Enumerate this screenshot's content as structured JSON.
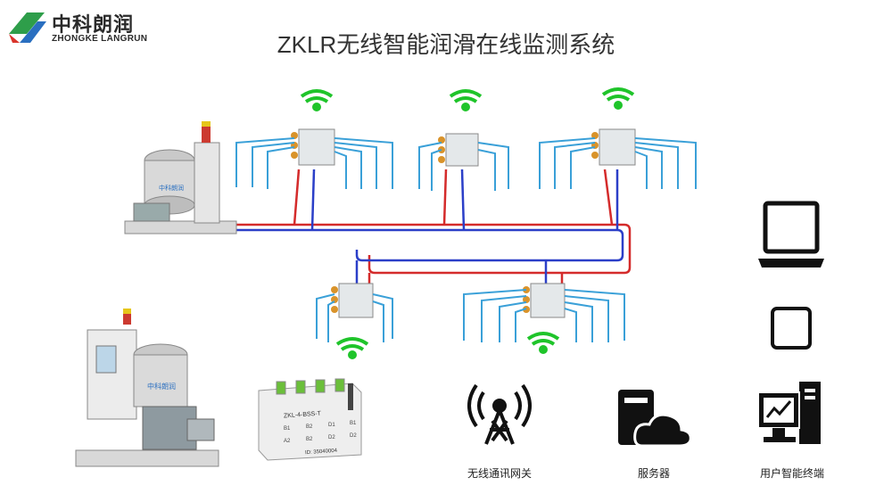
{
  "logo": {
    "name_cn": "中科朗润",
    "name_en": "ZHONGKE LANGRUN"
  },
  "title": "ZKLR无线智能润滑在线监测系统",
  "device_panel": {
    "model": "ZKL-4-BSS-T",
    "id": "ID: 35040004",
    "ports": [
      "B1",
      "B2",
      "D1",
      "B1",
      "A2",
      "B2",
      "D2",
      "D2"
    ]
  },
  "legend": {
    "gateway": "无线通讯网关",
    "server": "服务器",
    "terminal": "用户智能终端"
  },
  "colors": {
    "supply_line": "#d42b2b",
    "return_line": "#2b3fc8",
    "wifi": "#1fc42a",
    "pipe": "#3aa0d8",
    "icon": "#111111"
  },
  "icons": [
    "wifi-icon",
    "laptop-icon",
    "tablet-icon",
    "gateway-tower-icon",
    "server-cloud-icon",
    "desktop-computer-icon"
  ]
}
